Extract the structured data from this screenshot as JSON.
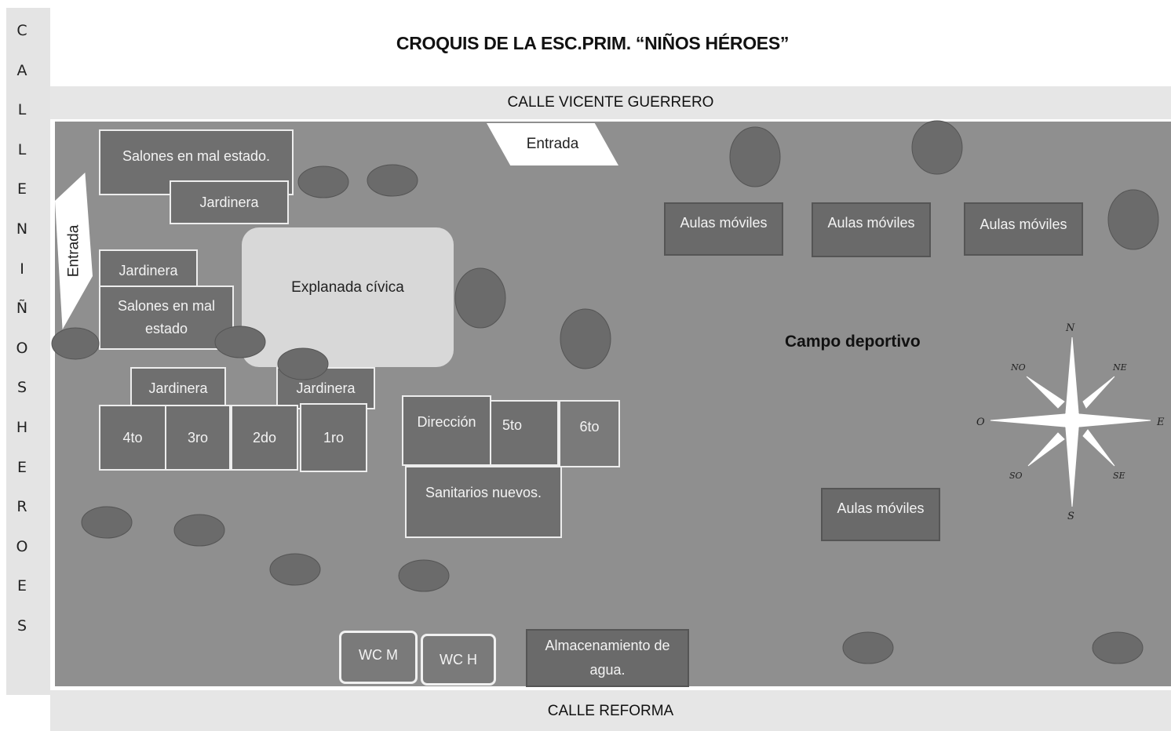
{
  "title": "CROQUIS DE LA ESC.PRIM. “NIÑOS HÉROES”",
  "streets": {
    "top": "CALLE VICENTE GUERRERO",
    "bottom": "CALLE REFORMA",
    "left_letters": [
      "C",
      "A",
      "L",
      "L",
      "E",
      "N",
      "I",
      "Ñ",
      "O",
      "S",
      "H",
      "E",
      "R",
      "O",
      "E",
      "S"
    ]
  },
  "entrances": {
    "top": "Entrada",
    "left": "Entrada"
  },
  "areas": {
    "explanada": "Explanada cívica",
    "campo": "Campo deportivo"
  },
  "buildings": {
    "salones_top": "Salones en mal estado.",
    "jardinera_top": "Jardinera",
    "jardinera_left": "Jardinera",
    "salones_left": "Salones en mal estado",
    "jardinera_mid1": "Jardinera",
    "jardinera_mid2": "Jardinera",
    "grado4": "4to",
    "grado3": "3ro",
    "grado2": "2do",
    "grado1": "1ro",
    "direccion": "Dirección",
    "grado5": "5to",
    "grado6": "6to",
    "sanitarios": "Sanitarios nuevos.",
    "wc_m": "WC M",
    "wc_h": "WC H",
    "agua": "Almacenamiento de agua.",
    "aulas1": "Aulas móviles",
    "aulas2": "Aulas móviles",
    "aulas3": "Aulas móviles",
    "aulas4": "Aulas móviles"
  },
  "compass": {
    "n": "N",
    "s": "S",
    "e": "E",
    "o": "O",
    "ne": "NE",
    "no": "NO",
    "se": "SE",
    "so": "SO"
  }
}
